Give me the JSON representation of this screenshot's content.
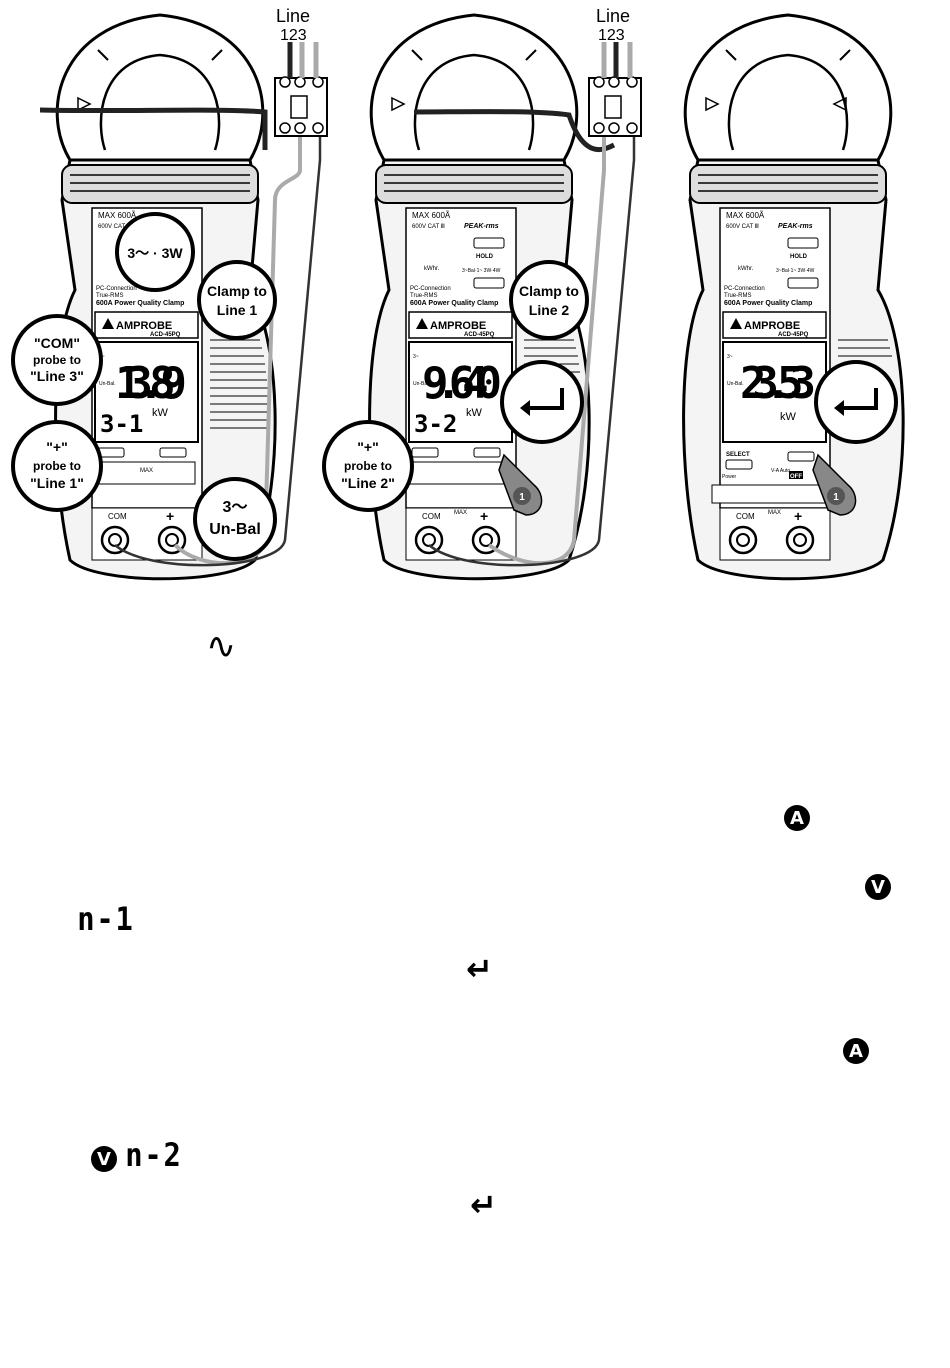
{
  "line_label": "Line",
  "line_numbers": "123",
  "meters": [
    {
      "brand": "AMPROBE",
      "model": "ACD-45PQ",
      "max_rating": "MAX 600Ã",
      "cat": "600V CAT Ⅲ",
      "product_name": "600A Power Quality Clamp",
      "pc_connection": "PC-Connection",
      "true_rms": "True-RMS",
      "reading": "13.89",
      "sub_display": "3-1",
      "unit": "kW",
      "mode_top": "3~",
      "mode_bot": "Un-Bal.",
      "com_label": "COM",
      "max_label": "MAX"
    },
    {
      "brand": "AMPROBE",
      "model": "ACD-45PQ",
      "max_rating": "MAX 600Ã",
      "cat": "600V CAT Ⅲ",
      "product_name": "600A Power Quality Clamp",
      "pc_connection": "PC-Connection",
      "true_rms": "True-RMS",
      "peak": "PEAK-rms",
      "hold": "HOLD",
      "kwh": "kWhr.",
      "selector": "3~Bal·1~ 3W·4W",
      "reading": "9.640",
      "sub_display": "3-2",
      "unit": "kW",
      "mode_top": "3~",
      "mode_bot": "Un-Bal.",
      "com_label": "COM",
      "max_label": "MAX"
    },
    {
      "brand": "AMPROBE",
      "model": "ACD-45PQ",
      "max_rating": "MAX 600Ã",
      "cat": "600V CAT Ⅲ",
      "product_name": "600A Power Quality Clamp",
      "pc_connection": "PC-Connection",
      "true_rms": "True-RMS",
      "peak": "PEAK-rms",
      "hold": "HOLD",
      "kwh": "kWhr.",
      "selector": "3~Bal·1~ 3W·4W",
      "reading": "23.53",
      "unit": "kW",
      "mode_top": "3~",
      "mode_bot": "Un-Bal.",
      "com_label": "COM",
      "max_label": "MAX",
      "select_label": "SELECT",
      "power_label": "Power",
      "va_label": "V-A Auto",
      "off_label": "OFF"
    }
  ],
  "callouts": {
    "mode_31": "3～ · 3W",
    "clamp_line1_a": "Clamp to",
    "clamp_line1_b": "Line 1",
    "com_probe_a": "\"COM\"",
    "com_probe_b": "probe to",
    "com_probe_c": "\"Line 3\"",
    "plus_probe_a": "\"+\"",
    "plus_probe_b": "probe to",
    "plus_probe_c": "\"Line 1\"",
    "unbal_a": "3～",
    "unbal_b": "Un-Bal",
    "clamp_line2_a": "Clamp to",
    "clamp_line2_b": "Line 2",
    "plus_probe2_a": "\"+\"",
    "plus_probe2_b": "probe to",
    "plus_probe2_c": "\"Line 2\"",
    "finger_num": "1"
  },
  "text_glyphs": {
    "tilde": "∿",
    "up_a": "A",
    "down_v": "V",
    "n1": "n-1",
    "n2": "n-2",
    "enter": "↵"
  }
}
